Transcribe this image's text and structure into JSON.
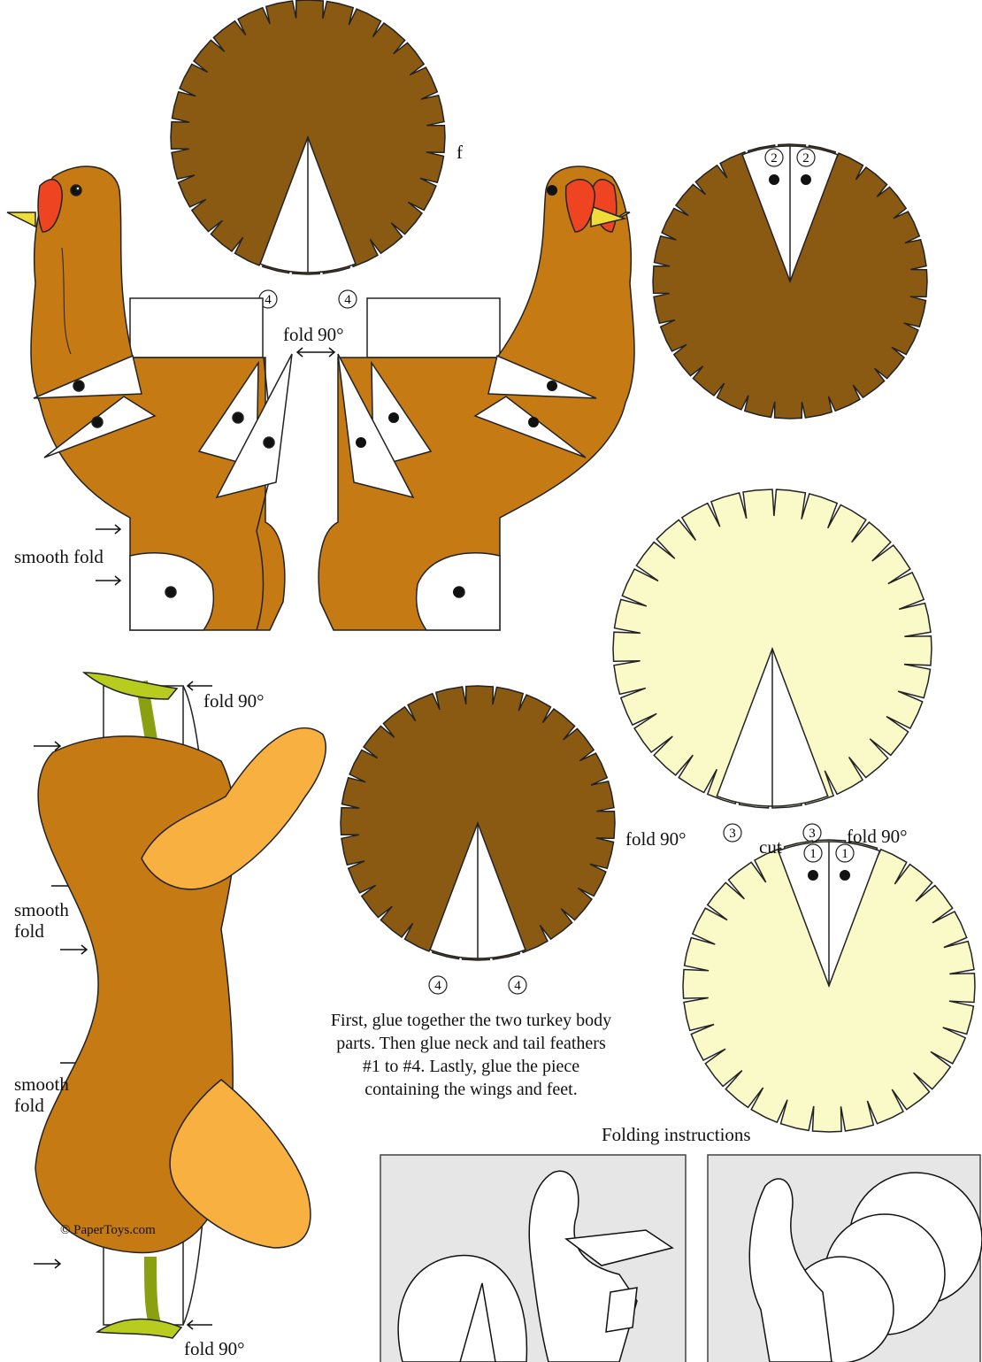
{
  "labels": {
    "fold_90_top": "fold 90°",
    "smooth_fold": "smooth fold",
    "fold_90_legs_top": "fold 90°",
    "fold_90_legs_bottom": "fold 90°",
    "smooth_fold_a": "smooth",
    "smooth_fold_a2": "fold",
    "smooth_fold_b": "smooth",
    "smooth_fold_b2": "fold",
    "fold_90_left_cream": "fold 90°",
    "fold_90_right_cream": "fold 90°",
    "cut": "cut",
    "stray_f": "f",
    "copyright": "© PaperToys.com",
    "folding_instructions": "Folding instructions"
  },
  "instructions": [
    "First, glue together the two turkey body",
    "parts. Then glue neck and tail feathers",
    "#1 to #4. Lastly, glue the piece",
    "containing the wings and feet."
  ],
  "glue_numbers": {
    "one": "1",
    "two": "2",
    "three": "3",
    "four": "4"
  },
  "colors": {
    "dark_brown": "#8b5a12",
    "body_brown": "#c57a14",
    "cream": "#fafac8",
    "wing_orange": "#f8b040",
    "wattle_red": "#ee4422",
    "beak_yellow": "#f0dc38",
    "feet_green": "#b8cc20",
    "panel_gray": "#e6e6e6"
  }
}
